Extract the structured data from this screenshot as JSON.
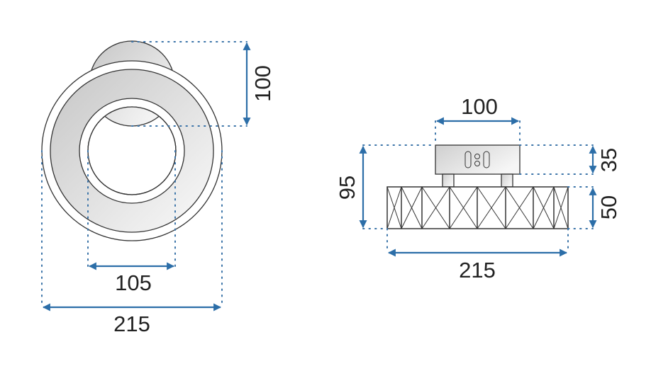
{
  "front_view": {
    "height_label": "100",
    "inner_width_label": "105",
    "outer_width_label": "215"
  },
  "side_view": {
    "base_width_label": "100",
    "total_height_label": "95",
    "base_height_label": "35",
    "crystal_height_label": "50",
    "crystal_width_label": "215"
  },
  "colors": {
    "dimension": "#2c6ea8",
    "outline": "#333333"
  }
}
